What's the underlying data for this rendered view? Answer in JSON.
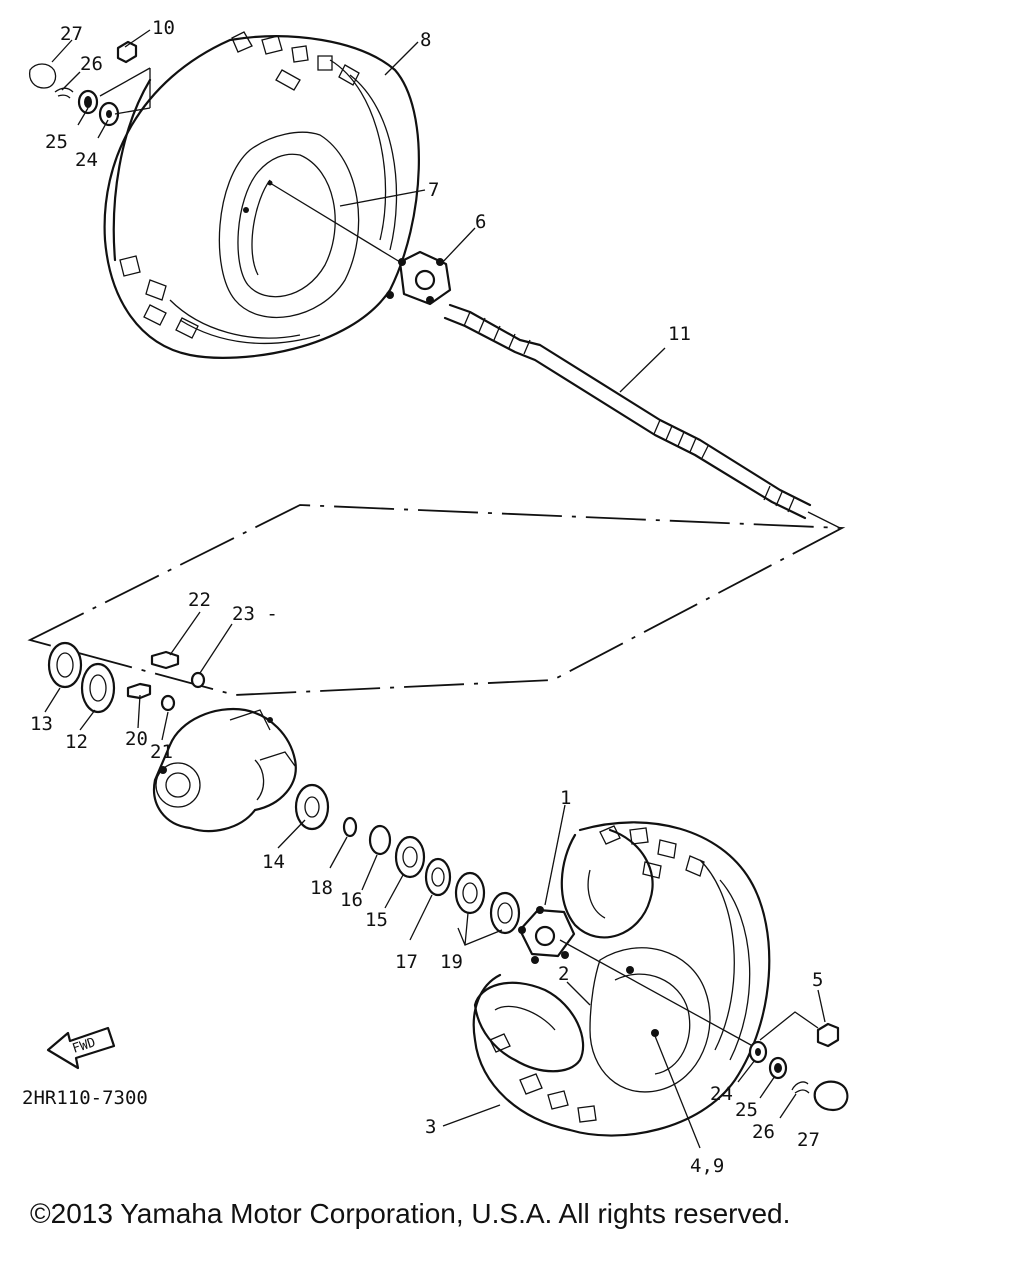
{
  "callouts": {
    "c1": "1",
    "c2": "2",
    "c3": "3",
    "c49": "4,9",
    "c5": "5",
    "c6": "6",
    "c7": "7",
    "c8": "8",
    "c10": "10",
    "c11": "11",
    "c12": "12",
    "c13": "13",
    "c14": "14",
    "c15": "15",
    "c16": "16",
    "c17": "17",
    "c18": "18",
    "c19": "19",
    "c20": "20",
    "c21": "21",
    "c22": "22",
    "c23": "23 -",
    "c24a": "24",
    "c25a": "25",
    "c26a": "26",
    "c27a": "27",
    "c24b": "24",
    "c25b": "25",
    "c26b": "26",
    "c27b": "27"
  },
  "fwd_label": "FWD",
  "diagram_code": "2HR110-7300",
  "copyright": "©2013 Yamaha Motor Corporation, U.S.A. All rights reserved."
}
